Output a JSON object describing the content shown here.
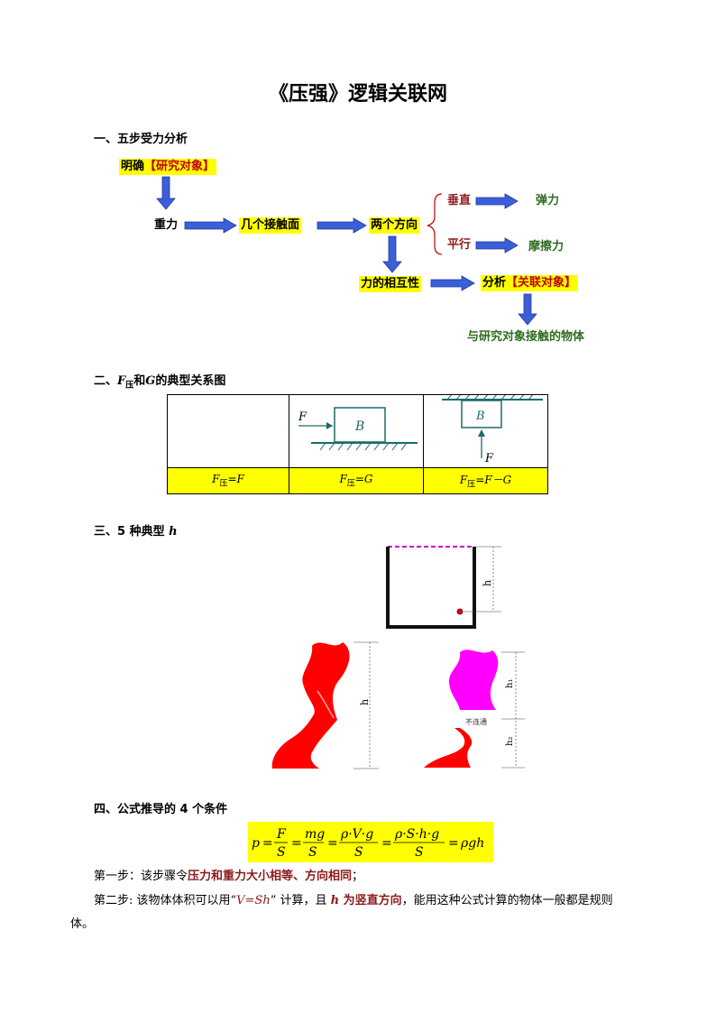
{
  "title": "《压强》逻辑关联网",
  "section1": {
    "heading": "一、五步受力分析",
    "study_object_prefix": "明确",
    "study_object_bracket": "【研究对象】",
    "gravity": "重力",
    "contact_surfaces": "几个接触面",
    "two_directions": "两个方向",
    "vertical": "垂直",
    "elastic_force": "弹力",
    "parallel": "平行",
    "friction": "摩擦力",
    "interaction": "力的相互性",
    "analyze_prefix": "分析",
    "related_object_bracket": "【关联对象】",
    "contact_objects": "与研究对象接触的物体"
  },
  "section2": {
    "heading_prefix": "二、",
    "heading_F": "F",
    "heading_sub": "压",
    "heading_mid": "和",
    "heading_G": "G",
    "heading_suffix": "的典型关系图",
    "fig_force_label": "F",
    "fig_block_label": "B",
    "formulas": [
      {
        "F": "F",
        "sub": "压",
        "rhs": "=F"
      },
      {
        "F": "F",
        "sub": "压",
        "rhs": "=G"
      },
      {
        "F": "F",
        "sub": "压",
        "rhs": "=F－G"
      }
    ]
  },
  "section3": {
    "heading_prefix": "三、5 种典型 ",
    "heading_h": "h",
    "h_label": "h",
    "h1_label": "h₁",
    "h2_label": "h₂",
    "not_connected": "不连通"
  },
  "section4": {
    "heading": "四、公式推导的 4 个条件",
    "step1_prefix": "第一步：该步骤令",
    "step1_highlight": "压力和重力大小相等、方向相同",
    "step1_suffix": "；",
    "step2_prefix": "第二步: 该物体体积可以用“",
    "step2_vsh": "V=Sh",
    "step2_mid": "” 计算，且 ",
    "step2_h": "h",
    "step2_highlight": " 为竖直方向",
    "step2_suffix": "，能用这种公式计算的物体一般都是规则",
    "step2_wrap": "体。"
  },
  "colors": {
    "arrow_blue": "#3a5fd9",
    "highlight": "#ffff00",
    "liquid_red": "#ff0000",
    "liquid_magenta": "#ff00ff",
    "brace_red": "#c00000",
    "green": "#2e6b1f"
  }
}
